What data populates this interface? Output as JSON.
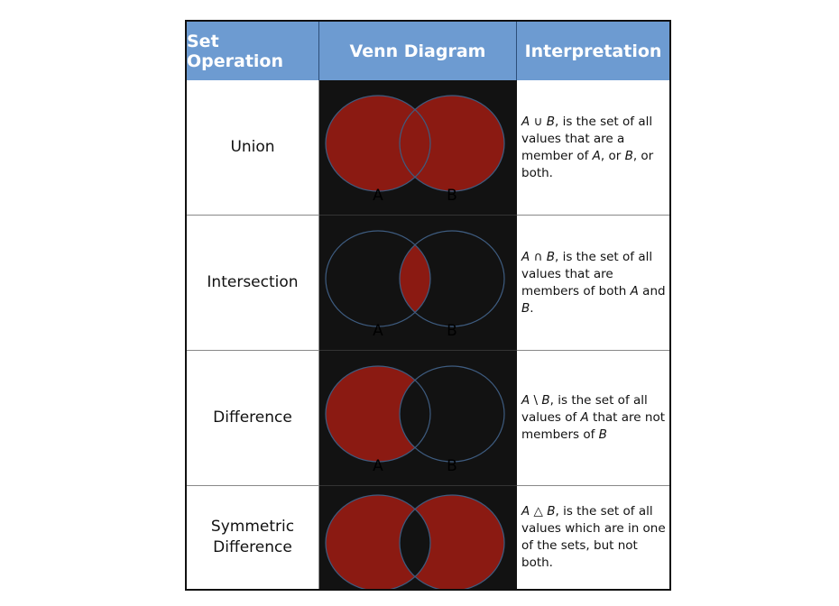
{
  "headers": {
    "set_operation": "Set Operation",
    "venn_diagram": "Venn Diagram",
    "interpretation": "Interpretation"
  },
  "colors": {
    "header_bg": "#6d9bd1",
    "fill": "#8b1a12",
    "venn_bg": "#121212",
    "circle_stroke": "#3e5c80"
  },
  "labels": {
    "a": "A",
    "b": "B"
  },
  "rows": [
    {
      "name": "Union",
      "shade": "union",
      "interp": {
        "a": "A",
        "op": " ∪ ",
        "b": "B",
        "t1": ", is the set of all values that are a member of ",
        "a2": "A",
        "t2": ", or ",
        "b2": "B",
        "t3": ", or both."
      }
    },
    {
      "name": "Intersection",
      "shade": "intersection",
      "interp": {
        "a": "A",
        "op": " ∩ ",
        "b": "B",
        "t1": ", is the set of all values that are members of both ",
        "a2": "A",
        "t2": " and ",
        "b2": "B",
        "t3": "."
      }
    },
    {
      "name": "Difference",
      "shade": "difference",
      "interp": {
        "a": "A",
        "op": " \\ ",
        "b": "B",
        "t1": ", is the set of all values of ",
        "a2": "A",
        "t2": " that are not members of ",
        "b2": "B",
        "t3": ""
      }
    },
    {
      "name": "Symmetric Difference",
      "shade": "symmetric",
      "interp": {
        "a": "A",
        "op": " △ ",
        "b": "B",
        "t1": ", is the set of all values which are in one of the sets, but not both.",
        "a2": "",
        "t2": "",
        "b2": "",
        "t3": ""
      }
    }
  ]
}
